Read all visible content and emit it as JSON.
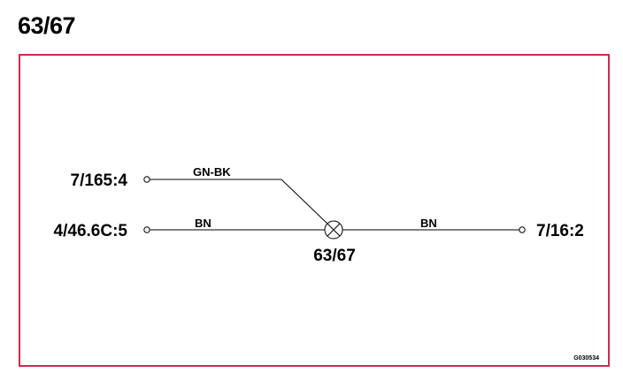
{
  "page": {
    "title": "63/67",
    "frame_color": "#cc2b4f"
  },
  "diagram": {
    "connectors": {
      "top_left": "7/165:4",
      "bottom_left": "4/46.6C:5",
      "right": "7/16:2"
    },
    "wires": {
      "top_left": "GN-BK",
      "bottom_left": "BN",
      "right": "BN"
    },
    "splice": {
      "label": "63/67",
      "symbol": "circle-cross"
    },
    "figure_code": "G030534"
  }
}
